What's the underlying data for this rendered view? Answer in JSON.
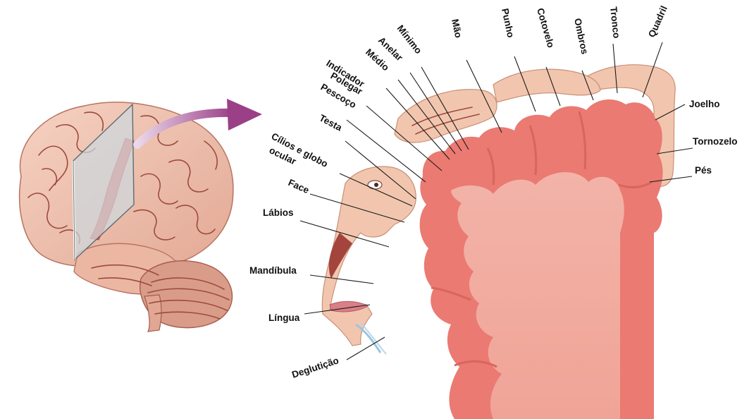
{
  "diagram": {
    "colors": {
      "cortex": "#ea7a72",
      "cortex_inner": "#f4a79d",
      "cortex_core": "#f6b9ae",
      "skin": "#f2c8b0",
      "brain": "#efc0ad",
      "arrow": "#a04b8a",
      "plane": "#c7d3da"
    },
    "labels": {
      "minimo": "Mínimo",
      "anelar": "Anelar",
      "medio": "Médio",
      "indicador": "Indicador",
      "polegar": "Polegar",
      "pescoco": "Pescoço",
      "testa": "Testa",
      "cilios_line1": "Cílios e globo",
      "cilios_line2": "ocular",
      "face": "Face",
      "labios": "Lábios",
      "mandibula": "Mandíbula",
      "lingua": "Língua",
      "degluticao": "Deglutição",
      "mao": "Mão",
      "punho": "Punho",
      "cotovelo": "Cotovelo",
      "ombros": "Ombros",
      "tronco": "Tronco",
      "quadril": "Quadril",
      "joelho": "Joelho",
      "tornozelo": "Tornozelo",
      "pes": "Pés"
    }
  }
}
